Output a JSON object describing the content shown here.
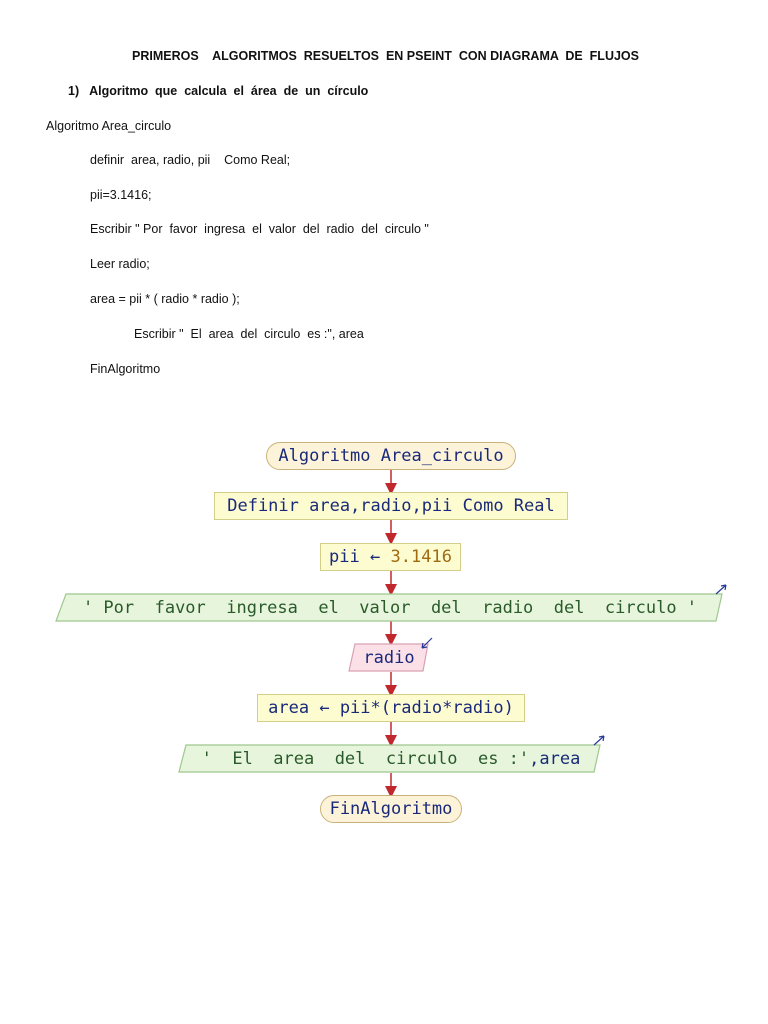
{
  "doc": {
    "title": "PRIMEROS    ALGORITMOS  RESUELTOS  EN PSEINT  CON DIAGRAMA  DE  FLUJOS",
    "section": "1)   Algoritmo  que  calcula  el  área  de  un  círculo",
    "code": {
      "header": "Algoritmo Area_circulo",
      "lines": [
        "definir  area, radio, pii    Como Real;",
        "pii=3.1416;",
        "Escribir \" Por  favor  ingresa  el  valor  del  radio  del  circulo \"",
        "Leer radio;",
        "area = pii * ( radio * radio );",
        "Escribir \"  El  area  del  circulo  es :\", area",
        "FinAlgoritmo"
      ]
    }
  },
  "flowchart": {
    "start": "Algoritmo Area_circulo",
    "define": "Definir area,radio,pii Como Real",
    "assign_var": "pii",
    "assign_arrow": "←",
    "assign_value": "3.1416",
    "output1": "' Por  favor  ingresa  el  valor  del  radio  del  circulo '",
    "input": "radio",
    "compute": "area ← pii*(radio*radio)",
    "output2_text": "'  El  area  del  circulo  es :'",
    "output2_var": ",area",
    "end": "FinAlgoritmo"
  },
  "colors": {
    "arrow": "#c0282d",
    "output_fill": "#e6f5dc",
    "input_fill": "#fbe0e8"
  }
}
